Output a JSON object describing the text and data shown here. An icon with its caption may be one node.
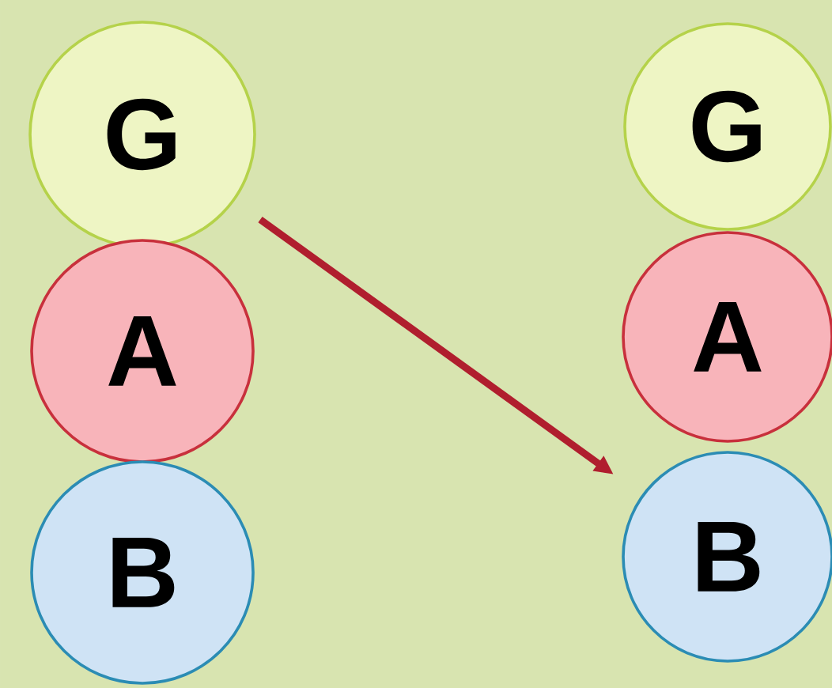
{
  "diagram": {
    "nodes": [
      {
        "text": [
          "G"
        ]
      },
      {
        "text": [
          "A"
        ]
      },
      {
        "text": [
          "B"
        ]
      },
      {
        "text": [
          "G"
        ]
      },
      {
        "text": [
          "A"
        ]
      },
      {
        "text": [
          "B"
        ]
      }
    ],
    "edges": [
      {
        "from": 0,
        "to": 5,
        "arrow": "to"
      }
    ]
  }
}
